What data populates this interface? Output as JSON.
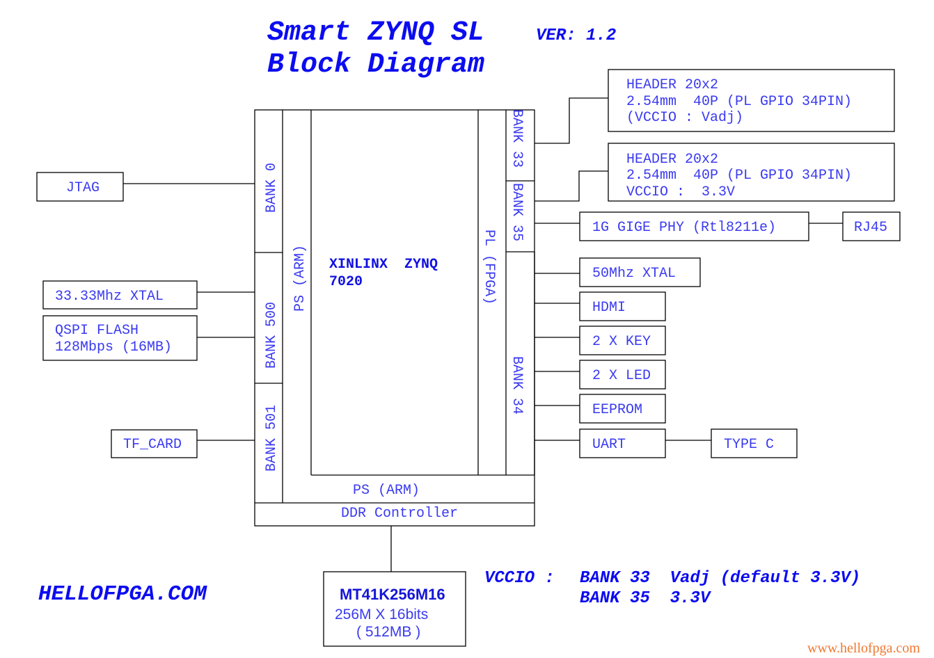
{
  "title": {
    "line1": "Smart ZYNQ SL",
    "version": "VER: 1.2",
    "line2": "Block Diagram"
  },
  "soc": {
    "name_line1": "XINLINX  ZYNQ",
    "name_line2": "7020",
    "ps_vertical": "PS (ARM)",
    "pl_vertical": "PL (FPGA)",
    "ps_bottom": "PS (ARM)",
    "ddr_controller": "DDR Controller",
    "banks": {
      "bank0": "BANK 0",
      "bank500": "BANK 500",
      "bank501": "BANK 501",
      "bank33": "BANK 33",
      "bank35": "BANK 35",
      "bank34": "BANK 34"
    }
  },
  "left_peripherals": {
    "jtag": "JTAG",
    "xtal": "33.33Mhz XTAL",
    "qspi_line1": "QSPI FLASH",
    "qspi_line2": "128Mbps (16MB)",
    "tf_card": "TF_CARD"
  },
  "right_peripherals": {
    "header1": [
      "HEADER 20x2",
      "2.54mm  40P (PL GPIO 34PIN)",
      "(VCCIO : Vadj)"
    ],
    "header2": [
      "HEADER 20x2",
      "2.54mm  40P (PL GPIO 34PIN)",
      "VCCIO :  3.3V"
    ],
    "gige_phy": "1G GIGE PHY (Rtl8211e)",
    "rj45": "RJ45",
    "xtal50": "50Mhz XTAL",
    "hdmi": "HDMI",
    "key": "2 X KEY",
    "led": "2 X LED",
    "eeprom": "EEPROM",
    "uart": "UART",
    "type_c": "TYPE C"
  },
  "ddr_memory": {
    "part": "MT41K256M16",
    "spec": "256M X 16bits",
    "size": "( 512MB )"
  },
  "vccio_note": {
    "prefix": "VCCIO :",
    "line1": "BANK 33  Vadj (default 3.3V)",
    "line2": "BANK 35  3.3V"
  },
  "site_logo": "HELLOFPGA.COM",
  "watermark": "www.hellofpga.com",
  "colors": {
    "text_blue": "#3a3af0",
    "title_blue": "#0c0cf0",
    "watermark_orange": "#f07830",
    "line": "#000000"
  }
}
